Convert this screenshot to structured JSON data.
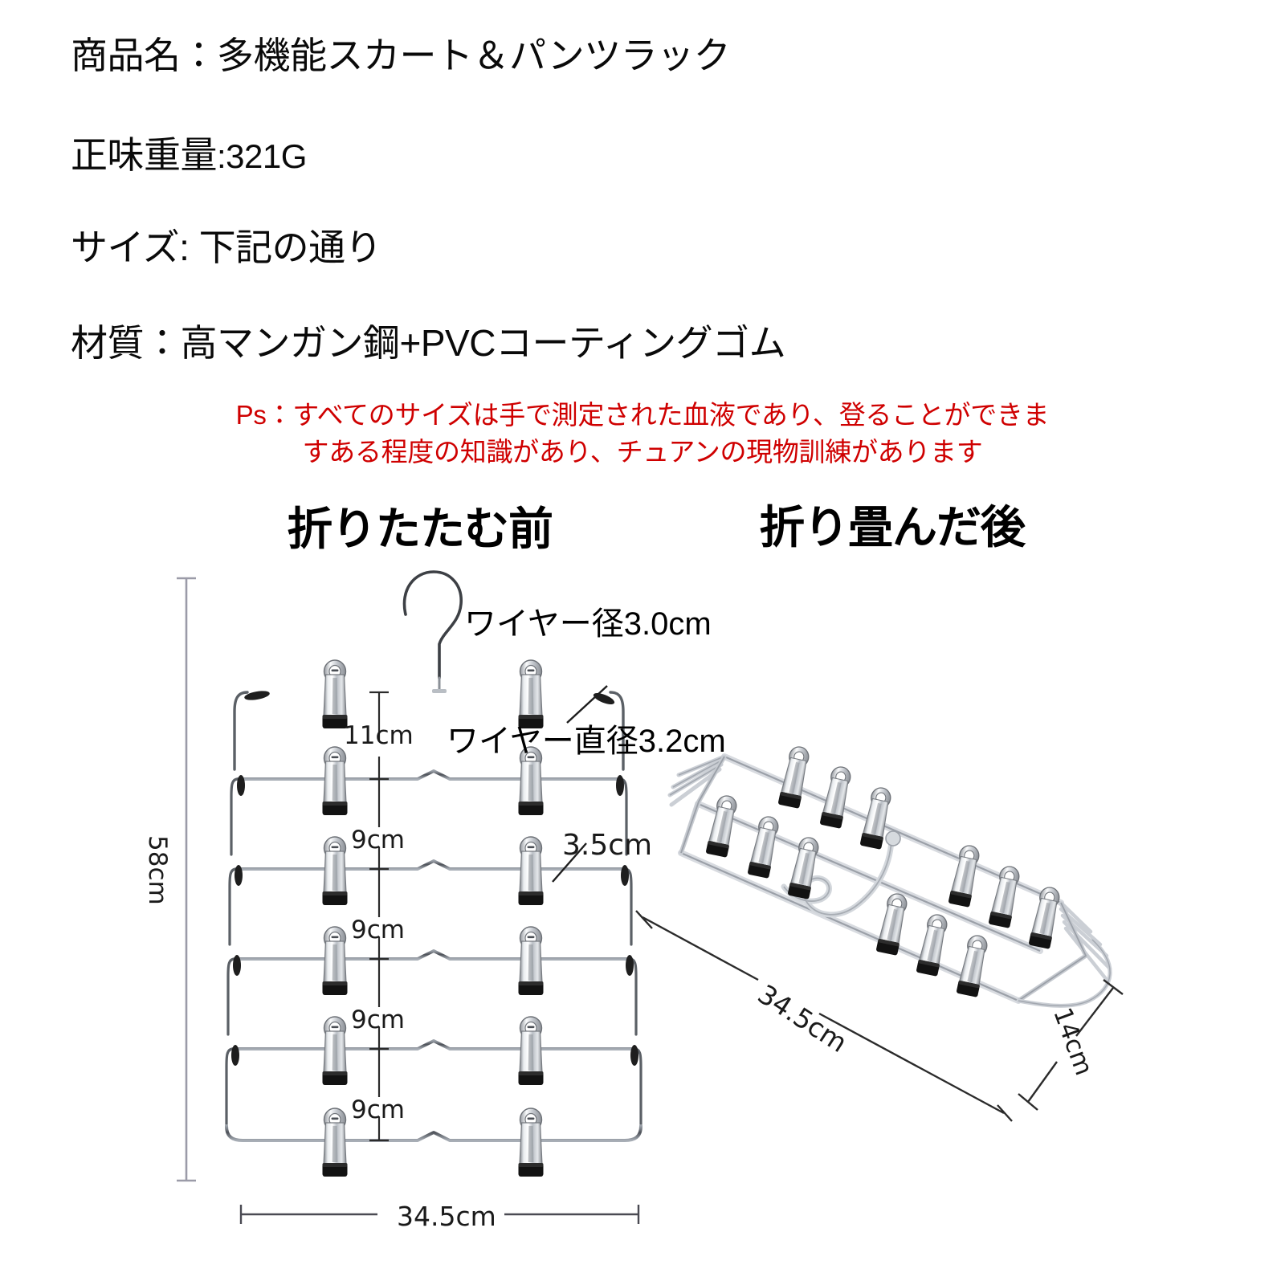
{
  "spec": {
    "lines": [
      {
        "label": "商品名：",
        "value": "多機能スカート＆パンツラック"
      },
      {
        "label": "正味重量",
        "value": ":321G"
      },
      {
        "label": "サイズ",
        "value": ": 下記の通り"
      },
      {
        "label": "材質：",
        "value": "高マンガン鋼+PVCコーティングゴム"
      }
    ],
    "note_line1": "Ps：すべてのサイズは手で測定された血液であり、登ることができま",
    "note_line2": "すある程度の知識があり、チュアンの現物訓練があります",
    "note_color": "#cf0000"
  },
  "headings": {
    "before": "折りたたむ前",
    "after": "折り畳んだ後"
  },
  "dimensions": {
    "wire_diameter_hook": "ワイヤー径3.0cm",
    "wire_diameter_bar": "ワイヤー直径3.2cm",
    "top_gap": "11cm",
    "gap_2": "9cm",
    "gap_3": "9cm",
    "gap_4": "9cm",
    "gap_5": "9cm",
    "clip_offset": "3.5cm",
    "total_height": "58cm",
    "total_width": "34.5cm",
    "folded_length": "34.5cm",
    "folded_width": "14cm"
  },
  "diagram": {
    "unfolded_tiers": 6,
    "clips_per_tier": 2,
    "folded_clip_rows": 4,
    "folded_clips_per_row": 3,
    "metal_color": "#c9ccd1",
    "rubber_color": "#121212",
    "wire_color": "#6e6e76"
  }
}
